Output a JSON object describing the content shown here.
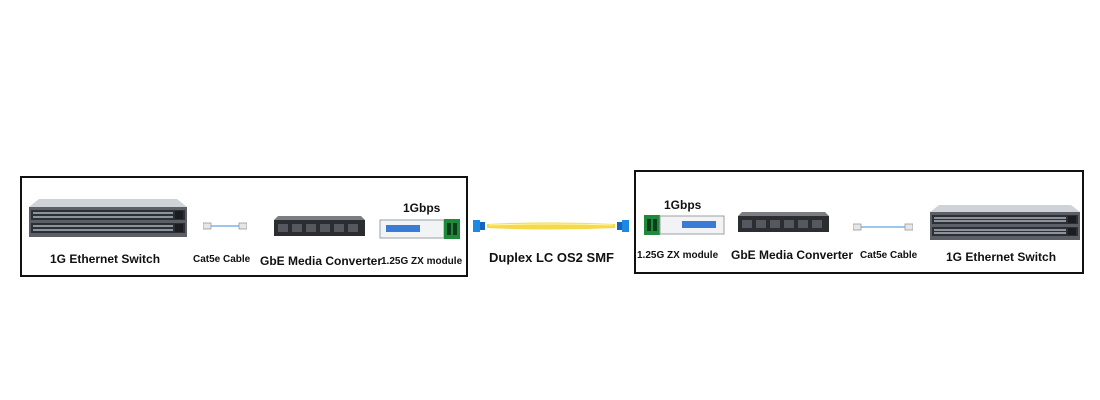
{
  "left_site": {
    "switch_label": "1G Ethernet Switch",
    "cable_label": "Cat5e Cable",
    "converter_label": "GbE Media Converter",
    "module_label": "1.25G ZX module",
    "speed_label": "1Gbps"
  },
  "link": {
    "fiber_label": "Duplex LC OS2 SMF"
  },
  "right_site": {
    "module_label": "1.25G ZX module",
    "speed_label": "1Gbps",
    "converter_label": "GbE Media Converter",
    "cable_label": "Cat5e Cable",
    "switch_label": "1G Ethernet Switch"
  },
  "colors": {
    "fiber": "#f4d94a",
    "connector": "#1e88e5",
    "sfp_latch": "#1f8a3a",
    "copper_cable": "#7fb4e6"
  }
}
